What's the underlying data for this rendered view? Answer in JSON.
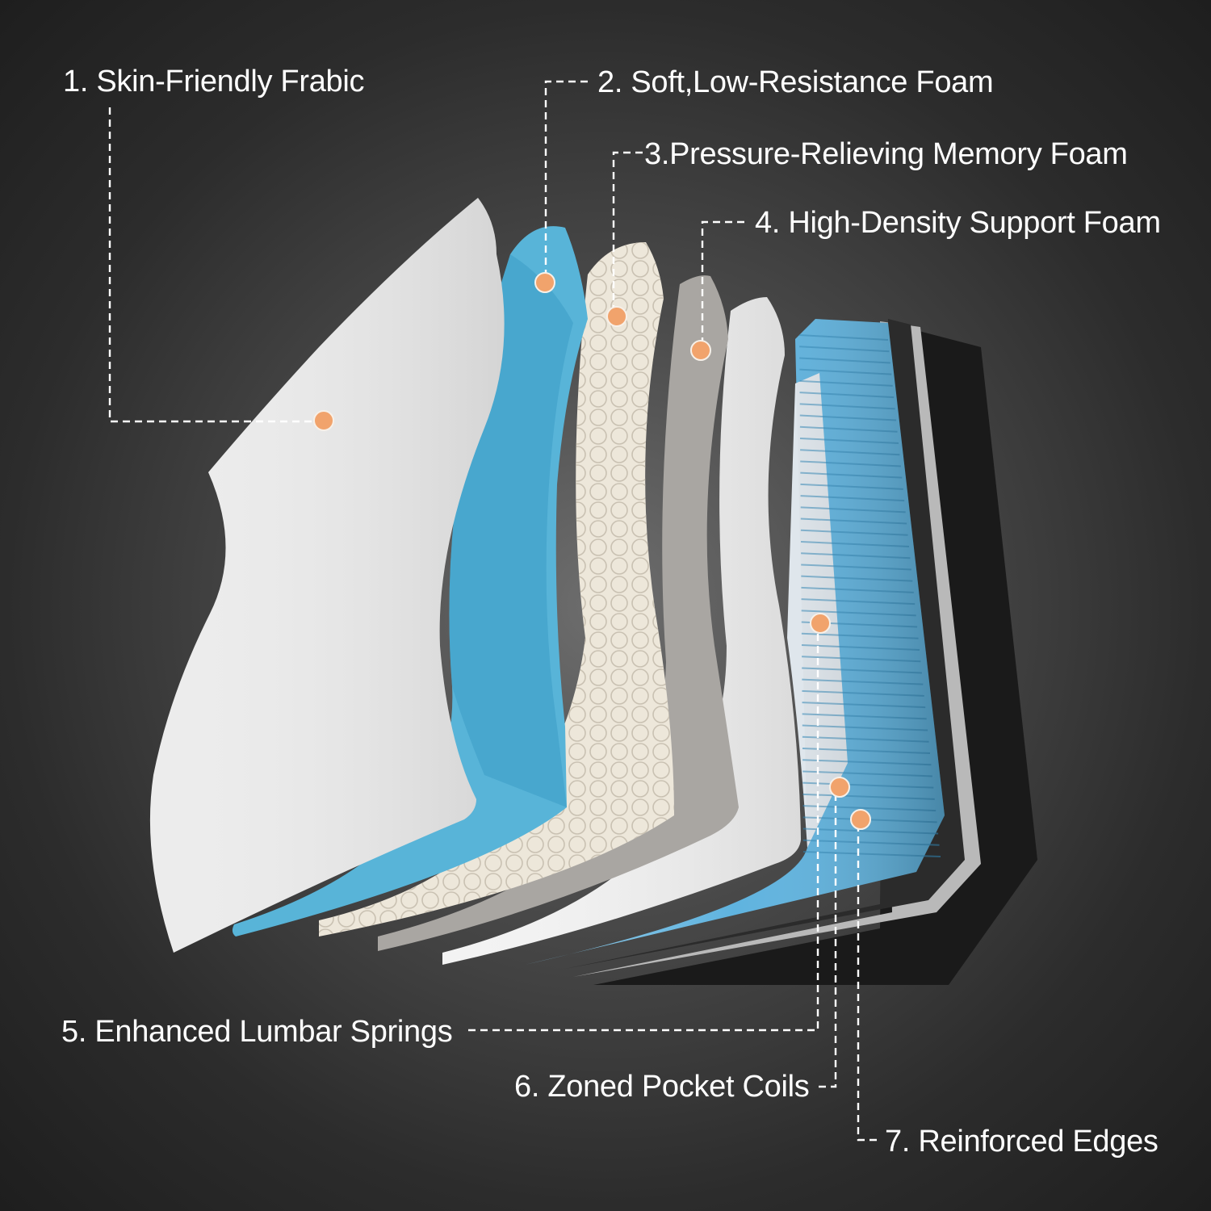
{
  "callouts": [
    {
      "id": "1",
      "label": "1. Skin-Friendly Frabic"
    },
    {
      "id": "2",
      "label": "2. Soft,Low-Resistance Foam"
    },
    {
      "id": "3",
      "label": "3.Pressure-Relieving Memory Foam"
    },
    {
      "id": "4",
      "label": "4. High-Density Support Foam"
    },
    {
      "id": "5",
      "label": "5. Enhanced Lumbar Springs"
    },
    {
      "id": "6",
      "label": "6. Zoned Pocket Coils"
    },
    {
      "id": "7",
      "label": "7. Reinforced Edges"
    }
  ],
  "colors": {
    "background": "#2a2a2a",
    "fabric": "#ececec",
    "low_resistance_foam": "#58b4d8",
    "memory_foam": "#ede7da",
    "support_foam": "#a9a6a2",
    "white_foam": "#f3f3f3",
    "coil_blue": "#5fb3df",
    "coil_white": "#dfe6ec",
    "base": "#1a1a1a",
    "marker": "#f1a36c",
    "label_text": "#ffffff"
  }
}
